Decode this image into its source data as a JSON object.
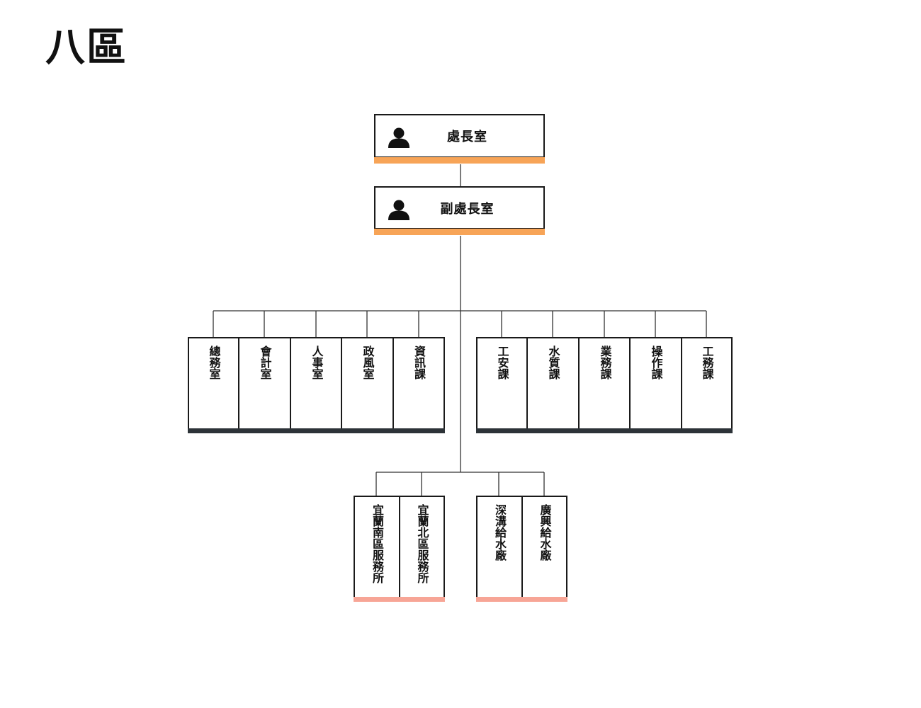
{
  "title": "八區",
  "colors": {
    "line": "#333333",
    "border": "#1a1a1a",
    "top_accent": "#f7a457",
    "section_accent": "#2d3338",
    "bottom_accent": "#f7a596"
  },
  "top": {
    "director": {
      "label": "處長室",
      "icon": "person-icon"
    },
    "deputy": {
      "label": "副處長室",
      "icon": "person-icon"
    }
  },
  "sections": {
    "offices": [
      "總務室",
      "會計室",
      "人事室",
      "政風室",
      "資訊課"
    ],
    "divisions": [
      "工安課",
      "水質課",
      "業務課",
      "操作課",
      "工務課"
    ]
  },
  "field_units": {
    "service_offices": [
      "宜蘭南區服務所",
      "宜蘭北區服務所"
    ],
    "water_plants": [
      "深溝給水廠",
      "廣興給水廠"
    ]
  }
}
